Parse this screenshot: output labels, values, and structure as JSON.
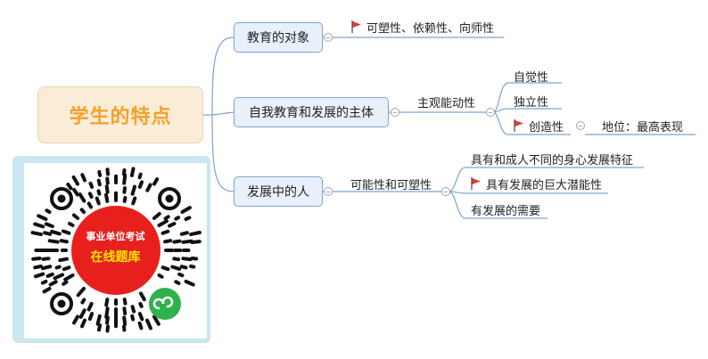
{
  "mindmap": {
    "root": "学生的特点",
    "branches": [
      {
        "label": "教育的对象",
        "children": [
          {
            "label": "可塑性、依赖性、向师性",
            "flag": true
          }
        ]
      },
      {
        "label": "自我教育和发展的主体",
        "children": [
          {
            "label": "主观能动性",
            "children": [
              {
                "label": "自觉性"
              },
              {
                "label": "独立性"
              },
              {
                "label": "创造性",
                "flag": true,
                "children": [
                  {
                    "label": "地位：最高表现"
                  }
                ]
              }
            ]
          }
        ]
      },
      {
        "label": "发展中的人",
        "children": [
          {
            "label": "可能性和可塑性",
            "children": [
              {
                "label": "具有和成人不同的身心发展特征"
              },
              {
                "label": "具有发展的巨大潜能性",
                "flag": true
              },
              {
                "label": "有发展的需要"
              }
            ]
          }
        ]
      }
    ]
  },
  "qr": {
    "line1": "事业单位考试",
    "line2": "在线题库"
  },
  "colors": {
    "root_text": "#f5a12a",
    "root_bg": "#fbecd7",
    "node_bg": "#e9f0fb",
    "node_border": "#7ea3cf",
    "line": "#7ea3cf",
    "flag": "#e53935",
    "qr_frame": "#c9e7f0",
    "qr_red": "#e8201d",
    "qr_yellow": "#ffe400",
    "wechat_green": "#2fb24a"
  }
}
